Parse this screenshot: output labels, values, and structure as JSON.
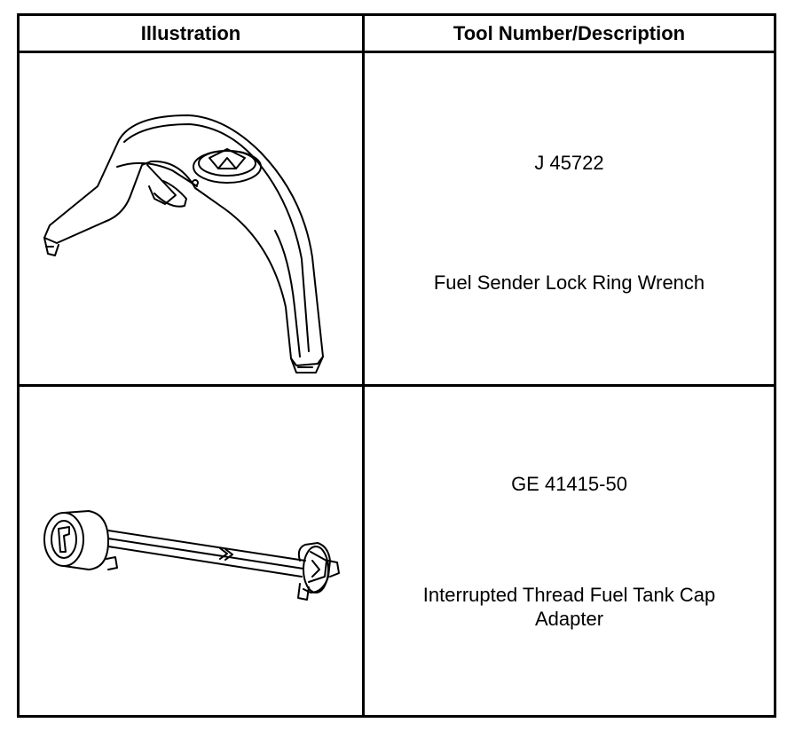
{
  "table": {
    "headers": {
      "illustration": "Illustration",
      "tool": "Tool Number/Description"
    },
    "rows": [
      {
        "tool_number": "J 45722",
        "description": "Fuel Sender Lock Ring Wrench",
        "illustration_icon": "lock-ring-wrench-icon"
      },
      {
        "tool_number": "GE 41415-50",
        "description": "Interrupted Thread Fuel Tank Cap Adapter",
        "illustration_icon": "fuel-tank-cap-adapter-icon"
      }
    ]
  }
}
